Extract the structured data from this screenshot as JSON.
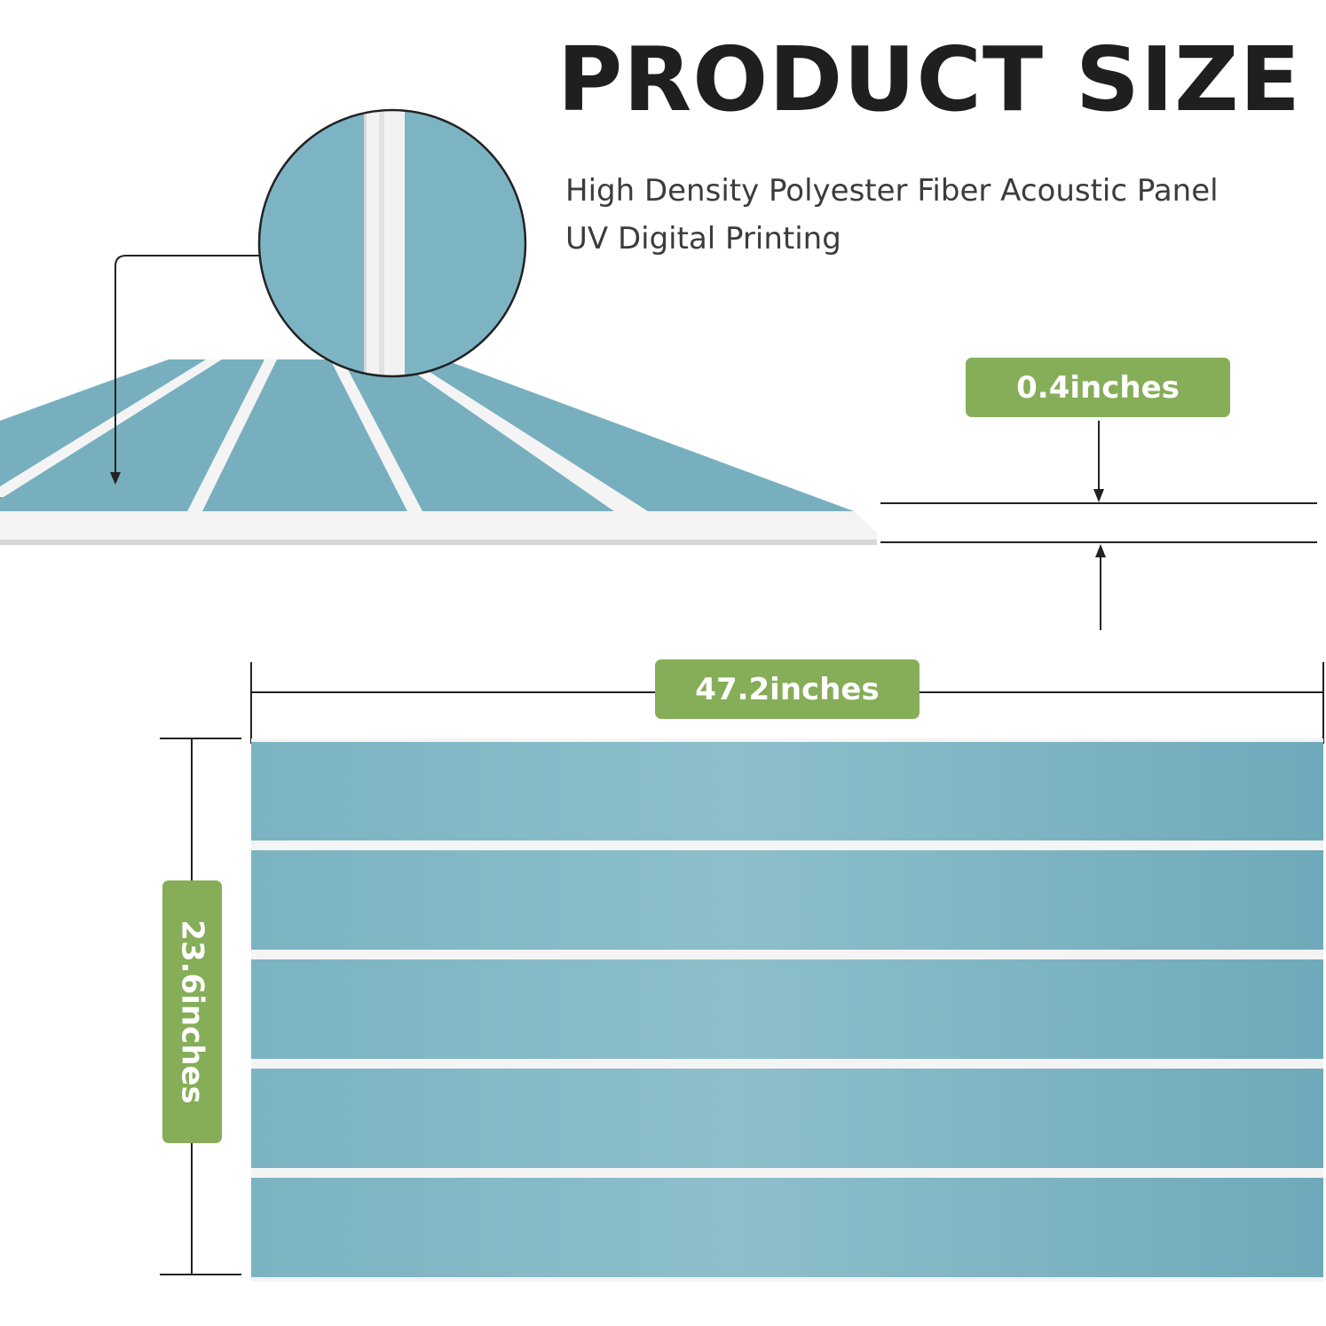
{
  "header": {
    "title": "PRODUCT SIZE",
    "subtitle_line1": "High Density Polyester Fiber Acoustic Panel",
    "subtitle_line2": "UV Digital Printing"
  },
  "dimensions": {
    "thickness": "0.4inches",
    "width": "47.2inches",
    "height": "23.6inches"
  },
  "colors": {
    "panel": "#7fb5c3",
    "groove": "#f4f4f4",
    "badge": "#86ad58",
    "line": "#222222"
  }
}
